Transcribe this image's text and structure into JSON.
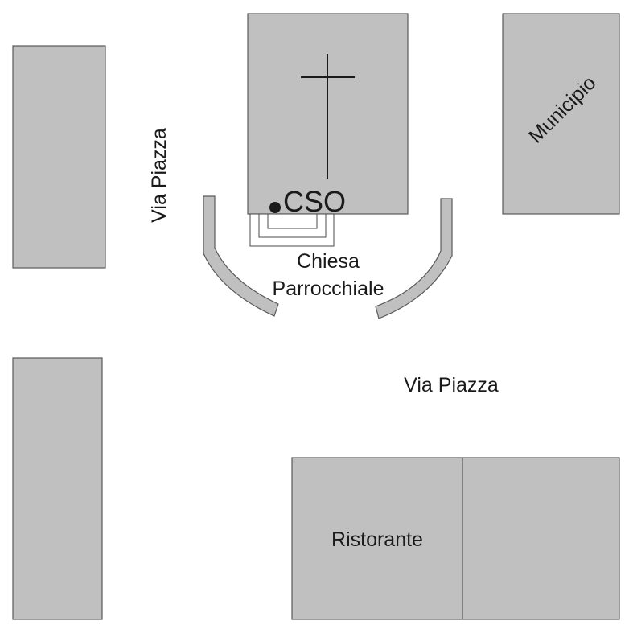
{
  "labels": {
    "street_vertical": "Via Piazza",
    "street_horizontal": "Via Piazza",
    "church_line1": "Chiesa",
    "church_line2": "Parrocchiale",
    "town_hall": "Municipio",
    "restaurant": "Ristorante",
    "point": "CSO"
  },
  "colors": {
    "building_fill": "#c0c0c0",
    "outline": "#5a5a5a",
    "text": "#1a1a1a",
    "background": "#ffffff"
  },
  "icons": {
    "church": "cross-icon",
    "point": "dot-marker-icon"
  }
}
